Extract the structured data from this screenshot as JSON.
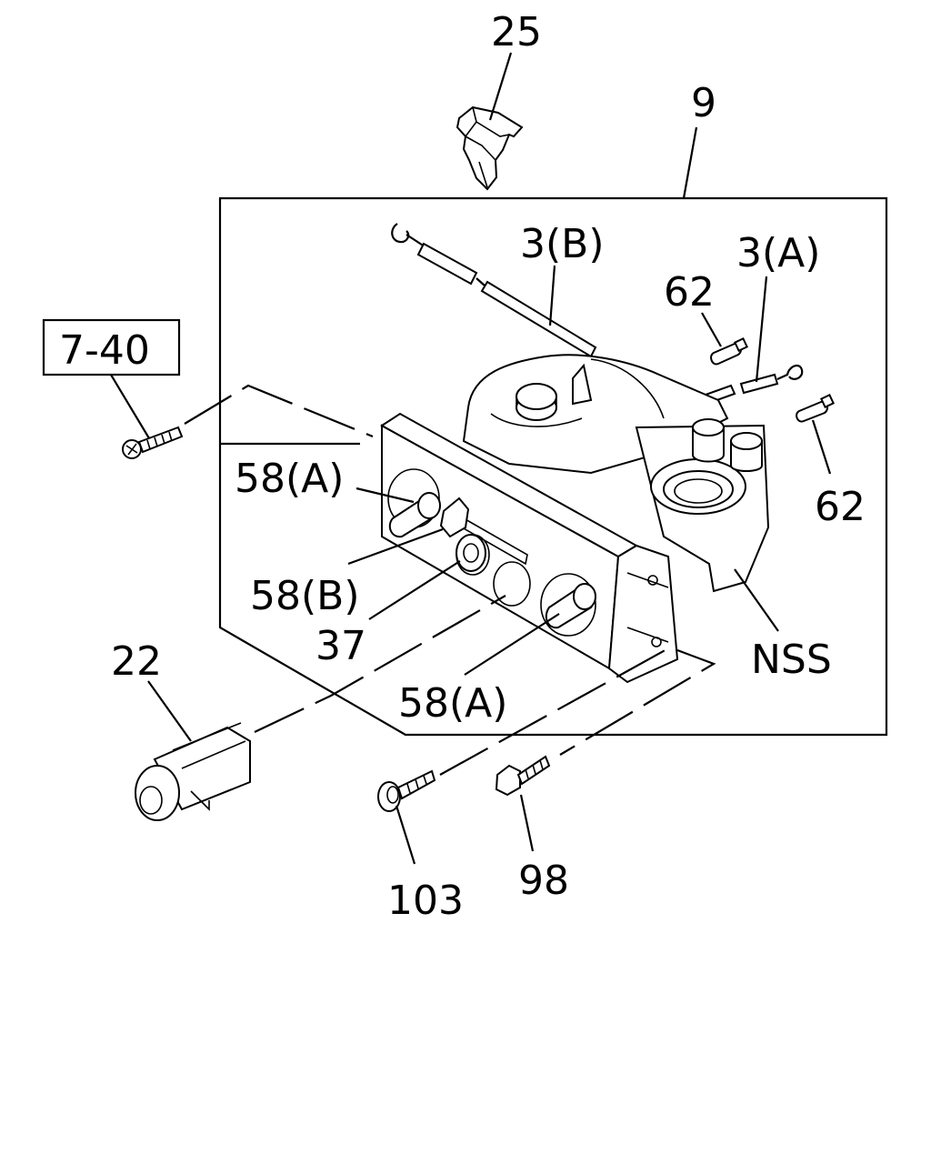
{
  "labels": {
    "p25": "25",
    "p9": "9",
    "p3b": "3(B)",
    "p3a": "3(A)",
    "p62a": "62",
    "p62b": "62",
    "p740": "7-40",
    "p58a1": "58(A)",
    "p58b": "58(B)",
    "p37": "37",
    "pnss": "NSS",
    "p58a2": "58(A)",
    "p22": "22",
    "p103": "103",
    "p98": "98"
  }
}
